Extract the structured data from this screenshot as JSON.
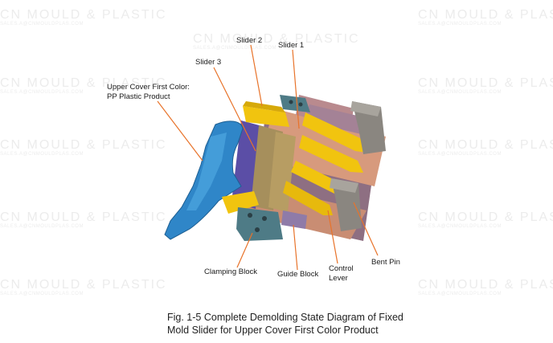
{
  "watermark": {
    "text": "CN MOULD & PLASTIC",
    "email": "SALES.A@CNMOULDPLAS.COM"
  },
  "labels": {
    "slider1": "Slider 1",
    "slider2": "Slider 2",
    "slider3": "Slider 3",
    "upper_cover_line1": "Upper Cover First Color:",
    "upper_cover_line2": "PP Plastic Product",
    "clamping_block": "Clamping Block",
    "guide_block": "Guide Block",
    "control_lever_line1": "Control",
    "control_lever_line2": "Lever",
    "bent_pin": "Bent Pin"
  },
  "caption": {
    "line1": "Fig. 1-5 Complete Demolding State Diagram of Fixed",
    "line2": "Mold Slider for Upper Cover First Color Product"
  },
  "colors": {
    "product_blue": "#2f86c8",
    "slider_yellow": "#f1c40f",
    "mold_copper": "#d79a7d",
    "mold_mauve": "#9b7a8c",
    "pin_gray": "#8a8680",
    "slider3_purple": "#5b4ea6",
    "block_teal": "#4e7b86",
    "leader_orange": "#e8732a"
  }
}
